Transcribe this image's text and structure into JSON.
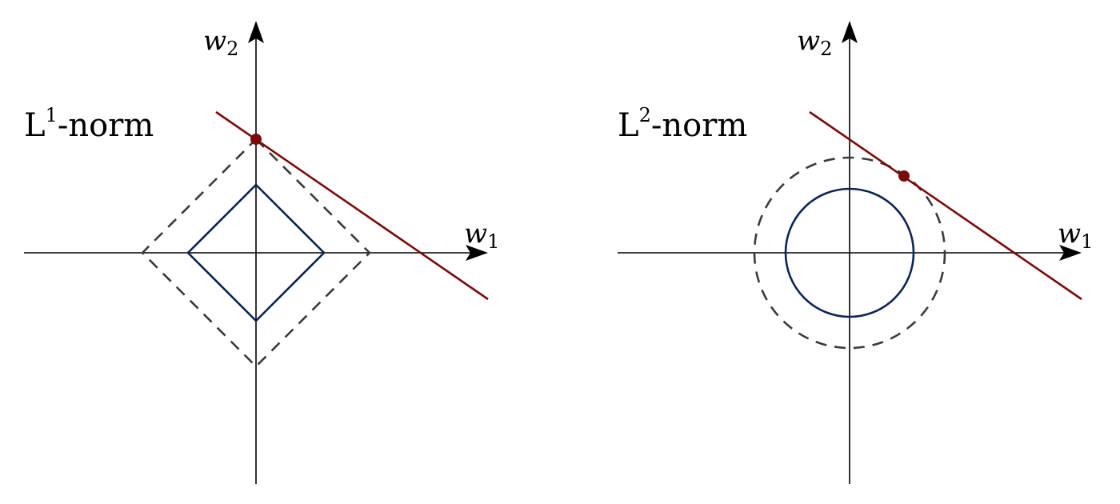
{
  "panels": [
    {
      "title_base": "L",
      "title_sup": "1",
      "title_suffix": "-norm",
      "x_axis_label": "w",
      "x_axis_sub": "1",
      "y_axis_label": "w",
      "y_axis_sub": "2",
      "shape": "diamond"
    },
    {
      "title_base": "L",
      "title_sup": "2",
      "title_suffix": "-norm",
      "x_axis_label": "w",
      "x_axis_sub": "1",
      "y_axis_label": "w",
      "y_axis_sub": "2",
      "shape": "circle"
    }
  ],
  "colors": {
    "axis": "#000000",
    "norm_shape": "#0b2454",
    "dashed_contour": "#3a3a3a",
    "constraint_line": "#7a0a0a",
    "touch_point": "#7a0a0a"
  }
}
